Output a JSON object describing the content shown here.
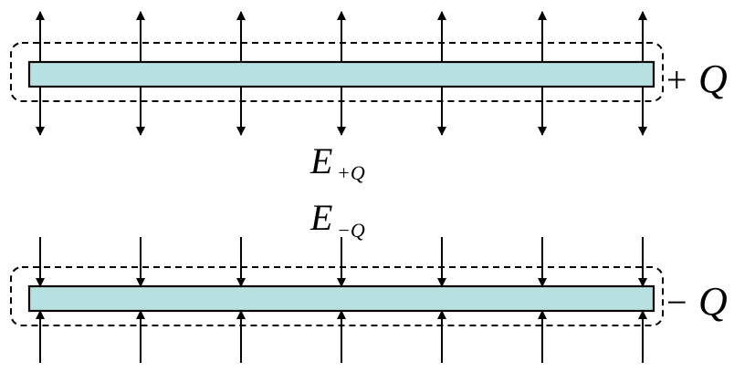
{
  "colors": {
    "plate_fill": "#b7e0e0",
    "stroke": "#000000",
    "background": "#ffffff"
  },
  "top_plate": {
    "charge_sign": "+",
    "charge_symbol": "Q",
    "field_direction": "outward",
    "arrow_count": 7
  },
  "bottom_plate": {
    "charge_sign": "−",
    "charge_symbol": "Q",
    "field_direction": "inward",
    "arrow_count": 7
  },
  "field_labels": {
    "positive": {
      "symbol": "E",
      "subscript": "+Q"
    },
    "negative": {
      "symbol": "E",
      "subscript": "−Q"
    }
  }
}
